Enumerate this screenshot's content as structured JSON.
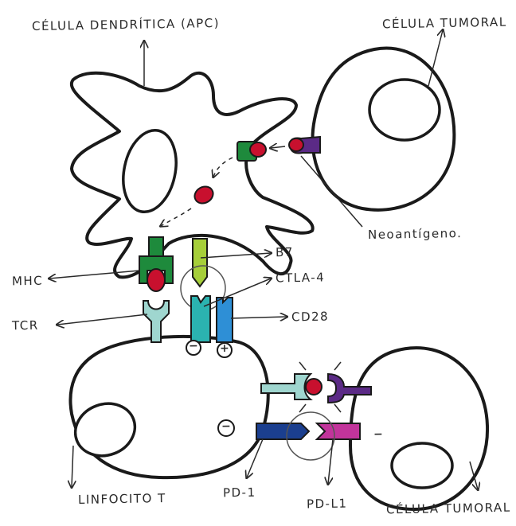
{
  "labels": {
    "dendritic_cell": "CÉLULA DENDRÍTICA (APC)",
    "tumor_cell_top": "CÉLULA TUMORAL",
    "neoantigen": "Neoantígeno.",
    "b7": "B7",
    "mhc": "MHC",
    "ctla4": "CTLA-4",
    "tcr": "TCR",
    "cd28": "CD28",
    "lymphocyte": "LINFOCITO T",
    "pd1": "PD-1",
    "pdl1": "PD-L1",
    "tumor_cell_bottom": "CÉLULA TUMORAL"
  },
  "signals": {
    "minus": "−",
    "plus": "+"
  },
  "colors": {
    "mhc_green": "#1e8a3c",
    "b7_light_green": "#a6cf3a",
    "antigen_red": "#c8102e",
    "tumor_purple": "#5b2a86",
    "tcr_teal": "#9fd6cf",
    "ctla4_teal": "#2bb3b0",
    "cd28_blue": "#2e8fd6",
    "pd1_navy": "#1b3f8f",
    "pdl1_magenta": "#c2349b",
    "outline": "#1a1a1a"
  }
}
